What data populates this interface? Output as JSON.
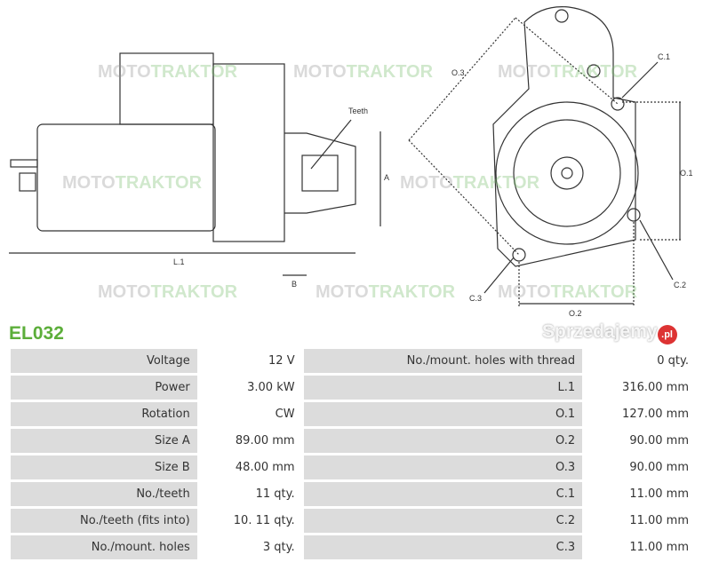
{
  "watermark": "MOTOTRAKTOR",
  "watermark_parts": {
    "a": "MOTO",
    "b": "TRAKTOR"
  },
  "site_badge": {
    "text": "Sprzedajemy",
    "suffix": ".pl"
  },
  "drawing_labels": {
    "teeth": "Teeth",
    "a": "A",
    "l1": "L.1",
    "b": "B",
    "o3": "O.3",
    "c1": "C.1",
    "o1": "O.1",
    "c2": "C.2",
    "o2": "O.2",
    "c3": "C.3"
  },
  "colors": {
    "title": "#5cae3a",
    "label_cell": "#dcdcdc"
  },
  "product_code": "EL032",
  "specs": [
    {
      "l1": "Voltage",
      "v1": "12 V",
      "l2": "No./mount. holes with thread",
      "v2": "0 qty."
    },
    {
      "l1": "Power",
      "v1": "3.00 kW",
      "l2": "L.1",
      "v2": "316.00 mm"
    },
    {
      "l1": "Rotation",
      "v1": "CW",
      "l2": "O.1",
      "v2": "127.00 mm"
    },
    {
      "l1": "Size A",
      "v1": "89.00 mm",
      "l2": "O.2",
      "v2": "90.00 mm"
    },
    {
      "l1": "Size B",
      "v1": "48.00 mm",
      "l2": "O.3",
      "v2": "90.00 mm"
    },
    {
      "l1": "No./teeth",
      "v1": "11 qty.",
      "l2": "C.1",
      "v2": "11.00 mm"
    },
    {
      "l1": "No./teeth (fits into)",
      "v1": "10. 11 qty.",
      "l2": "C.2",
      "v2": "11.00 mm"
    },
    {
      "l1": "No./mount. holes",
      "v1": "3 qty.",
      "l2": "C.3",
      "v2": "11.00 mm"
    }
  ]
}
